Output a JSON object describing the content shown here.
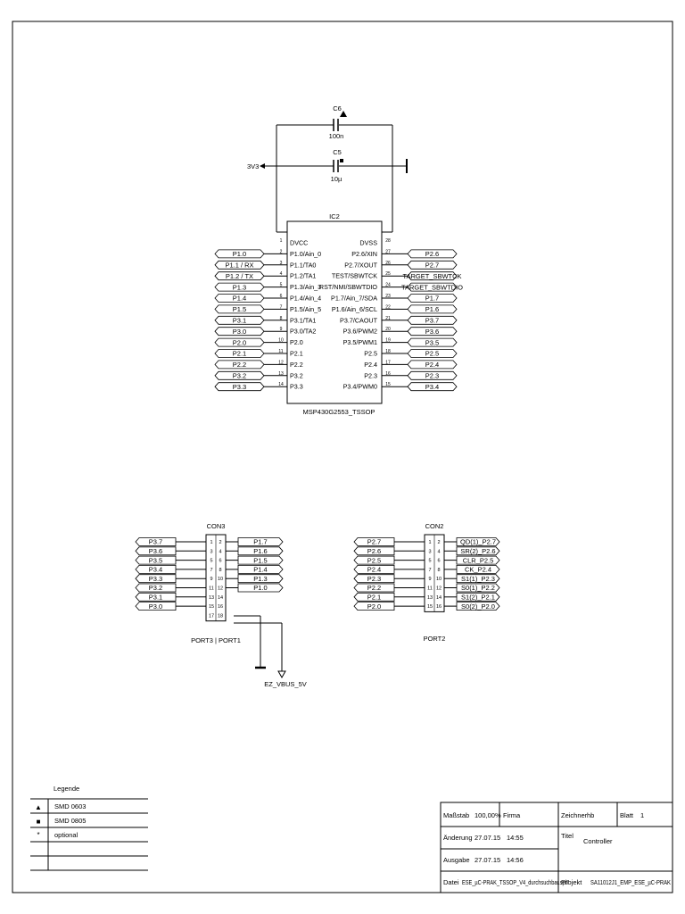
{
  "caps": {
    "c6": {
      "ref": "C6",
      "value": "100n"
    },
    "c5": {
      "ref": "C5",
      "value": "10µ"
    }
  },
  "net_3v3": "3V3",
  "ic2": {
    "ref": "IC2",
    "part": "MSP430G2553_TSSOP",
    "left_pins": [
      "DVCC",
      "P1.0/Ain_0",
      "P1.1/TA0",
      "P1.2/TA1",
      "P1.3/Ain_3",
      "P1.4/Ain_4",
      "P1.5/Ain_5",
      "P3.1/TA1",
      "P3.0/TA2",
      "P2.0",
      "P2.1",
      "P2.2",
      "P3.2",
      "P3.3"
    ],
    "left_nets": [
      "",
      "P1.0",
      "P1.1 / RX",
      "P1.2 / TX",
      "P1.3",
      "P1.4",
      "P1.5",
      "P3.1",
      "P3.0",
      "P2.0",
      "P2.1",
      "P2.2",
      "P3.2",
      "P3.3"
    ],
    "left_nums": [
      "1",
      "2",
      "3",
      "4",
      "5",
      "6",
      "7",
      "8",
      "9",
      "10",
      "11",
      "12",
      "13",
      "14"
    ],
    "right_pins": [
      "DVSS",
      "P2.6/XIN",
      "P2.7/XOUT",
      "TEST/SBWTCK",
      "RST/NMI/SBWTDIO",
      "P1.7/Ain_7/SDA",
      "P1.6/Ain_6/SCL",
      "P3.7/CAOUT",
      "P3.6/PWM2",
      "P3.5/PWM1",
      "P2.5",
      "P2.4",
      "P2.3",
      "P3.4/PWM0"
    ],
    "right_nets": [
      "",
      "P2.6",
      "P2.7",
      "TARGET_SBWTCK",
      "TARGET_SBWTDIO",
      "P1.7",
      "P1.6",
      "P3.7",
      "P3.6",
      "P3.5",
      "P2.5",
      "P2.4",
      "P2.3",
      "P3.4"
    ],
    "right_nums": [
      "28",
      "27",
      "26",
      "25",
      "24",
      "23",
      "22",
      "21",
      "20",
      "19",
      "18",
      "17",
      "16",
      "15"
    ]
  },
  "con3": {
    "ref": "CON3",
    "label": "PORT3 | PORT1",
    "left": [
      "P3.7",
      "P3.6",
      "P3.5",
      "P3.4",
      "P3.3",
      "P3.2",
      "P3.1",
      "P3.0"
    ],
    "right": [
      "P1.7",
      "P1.6",
      "P1.5",
      "P1.4",
      "P1.3",
      "P1.0"
    ],
    "left_nums": [
      "1",
      "3",
      "5",
      "7",
      "9",
      "11",
      "13",
      "15",
      "17"
    ],
    "right_nums": [
      "2",
      "4",
      "6",
      "8",
      "10",
      "12",
      "14",
      "16",
      "18"
    ],
    "power": "EZ_VBUS_5V"
  },
  "con2": {
    "ref": "CON2",
    "label": "PORT2",
    "left": [
      "P2.7",
      "P2.6",
      "P2.5",
      "P2.4",
      "P2.3",
      "P2.2",
      "P2.1",
      "P2.0"
    ],
    "right": [
      "QD(1)_P2.7",
      "SR(2)_P2.6",
      "CLR_P2.5",
      "CK_P2.4",
      "S1(1)_P2.3",
      "S0(1)_P2.2",
      "S1(2)_P2.1",
      "S0(2)_P2.0"
    ],
    "left_nums": [
      "1",
      "3",
      "5",
      "7",
      "9",
      "11",
      "13",
      "15"
    ],
    "right_nums": [
      "2",
      "4",
      "6",
      "8",
      "10",
      "12",
      "14",
      "16"
    ]
  },
  "legend": {
    "title": "Legende",
    "rows": [
      {
        "symbol": "▲",
        "text": "SMD 0603"
      },
      {
        "symbol": "■",
        "text": "SMD 0805"
      },
      {
        "symbol": "*",
        "text": "optional"
      },
      {
        "symbol": "",
        "text": ""
      },
      {
        "symbol": "",
        "text": ""
      }
    ]
  },
  "titleblock": {
    "massstab_label": "Maßstab",
    "massstab_value": "100,00%",
    "firma_label": "Firma",
    "zeichner_label": "Zeichner",
    "zeichner_value": "hb",
    "blatt_label": "Blatt",
    "blatt_value": "1",
    "aenderung_label": "Änderung",
    "aenderung_date": "27.07.15",
    "aenderung_time": "14:55",
    "titel_label": "Titel",
    "titel_value": "Controller",
    "ausgabe_label": "Ausgabe",
    "ausgabe_date": "27.07.15",
    "ausgabe_time": "14:56",
    "datei_label": "Datei",
    "datei_value": "ESE_µC-PRAK_TSSOP_V4_durchsuchbar.spl7",
    "projekt_label": "Projekt",
    "projekt_value": "SA11012J1_EMP_ESE_µC-PRAK"
  }
}
